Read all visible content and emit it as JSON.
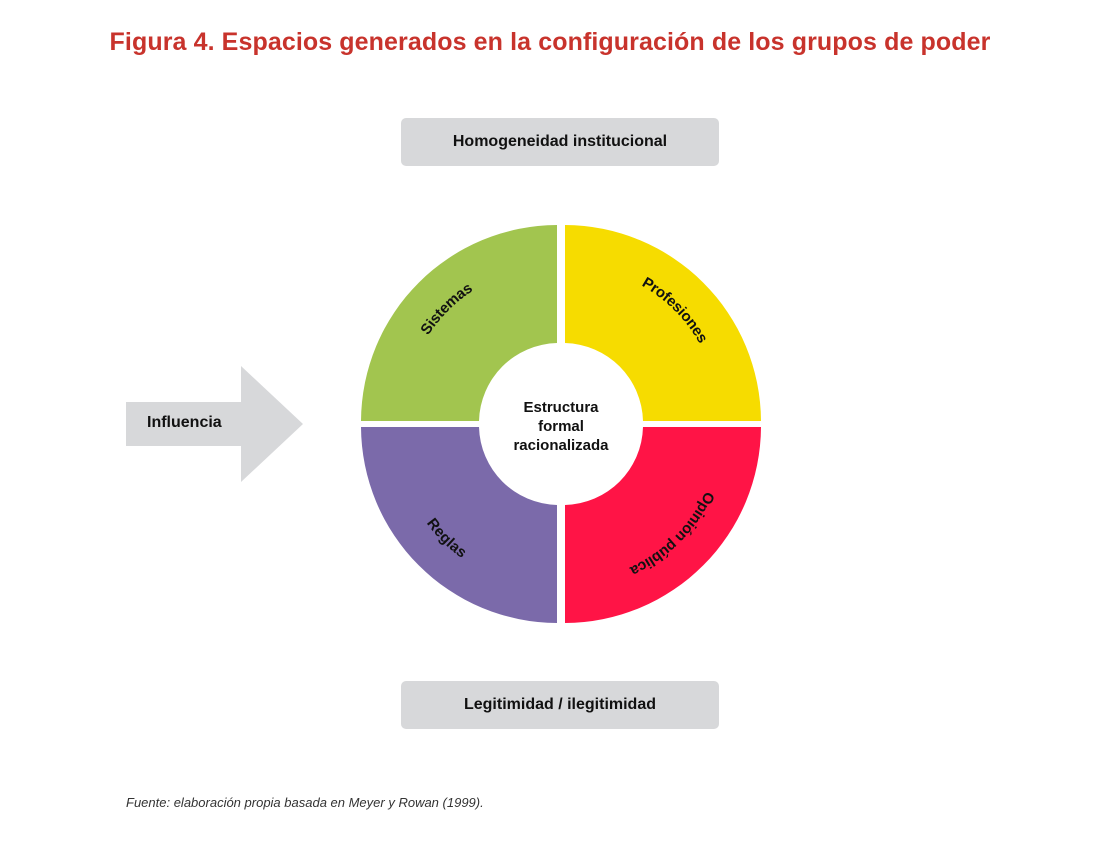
{
  "title": "Figura 4. Espacios generados en la configuración de los grupos de poder",
  "top_box": "Homogeneidad institucional",
  "bottom_box": "Legitimidad / ilegitimidad",
  "arrow_label": "Influencia",
  "center": {
    "line1": "Estructura",
    "line2": "formal",
    "line3": "racionalizada"
  },
  "segments": [
    {
      "label": "Sistemas",
      "color": "#a2c54f"
    },
    {
      "label": "Profesiones",
      "color": "#f6dc00"
    },
    {
      "label": "Opinión pública",
      "color": "#ff1446"
    },
    {
      "label": "Reglas",
      "color": "#7b6aaa"
    }
  ],
  "source": "Fuente: elaboración propia basada en Meyer y Rowan (1999).",
  "colors": {
    "title": "#c8332c",
    "box": "#d7d8da",
    "arrow": "#d7d8da"
  }
}
